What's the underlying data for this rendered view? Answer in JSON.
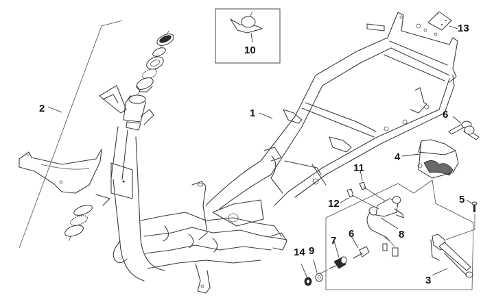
{
  "diagram": {
    "title": "Scooter frame exploded parts diagram",
    "colors": {
      "line": "#3a3a3a",
      "label": "#111111",
      "background": "#ffffff"
    },
    "callouts": [
      {
        "id": "1",
        "label": "1",
        "part": "main-frame"
      },
      {
        "id": "2",
        "label": "2",
        "part": "steering-head-bearing-set"
      },
      {
        "id": "3",
        "label": "3",
        "part": "side-stand"
      },
      {
        "id": "4",
        "label": "4",
        "part": "wiring-harness-pouch"
      },
      {
        "id": "5",
        "label": "5",
        "part": "bolt"
      },
      {
        "id": "6a",
        "label": "6",
        "part": "key-set"
      },
      {
        "id": "6b",
        "label": "6",
        "part": "key"
      },
      {
        "id": "7",
        "label": "7",
        "part": "lock-cylinder"
      },
      {
        "id": "8",
        "label": "8",
        "part": "ignition-switch"
      },
      {
        "id": "9",
        "label": "9",
        "part": "washer"
      },
      {
        "id": "10",
        "label": "10",
        "part": "bracket-inset"
      },
      {
        "id": "11",
        "label": "11",
        "part": "screw"
      },
      {
        "id": "12",
        "label": "12",
        "part": "screw"
      },
      {
        "id": "13",
        "label": "13",
        "part": "plate"
      },
      {
        "id": "14",
        "label": "14",
        "part": "nut"
      }
    ]
  }
}
